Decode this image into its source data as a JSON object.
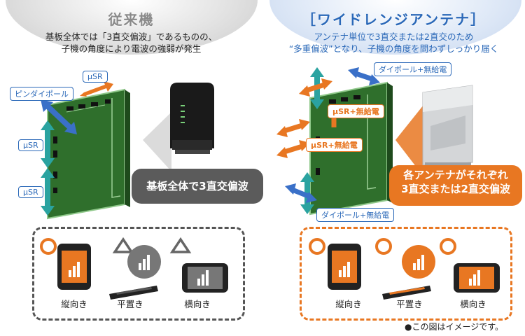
{
  "left": {
    "title": "従来機",
    "subtitle_line1": "基板全体では「3直交偏波」であるものの、",
    "subtitle_line2": "子機の角度により電波の強弱が発生",
    "labels": {
      "usr_top": "μSR",
      "pin_dipole": "ピンダイポール",
      "usr_mid": "μSR",
      "usr_bottom": "μSR"
    },
    "callout": "基板全体で3直交偏波",
    "devices": [
      {
        "label": "縦向き",
        "rating": "○"
      },
      {
        "label": "平置き",
        "rating": "△"
      },
      {
        "label": "横向き",
        "rating": "△"
      }
    ]
  },
  "right": {
    "title": "［ワイドレンジアンテナ］",
    "subtitle_line1": "アンテナ単位で3直交または2直交のため",
    "subtitle_line2": "“多重偏波”となり、子機の角度を問わずしっかり届く",
    "labels": {
      "dipole_top": "ダイポール+無給電",
      "usr1": "μSR+無給電",
      "usr2": "μSR+無給電",
      "dipole_bottom": "ダイポール+無給電"
    },
    "callout_line1": "各アンテナがそれぞれ",
    "callout_line2": "3直交または2直交偏波",
    "devices": [
      {
        "label": "縦向き",
        "rating": "○"
      },
      {
        "label": "平置き",
        "rating": "○"
      },
      {
        "label": "横向き",
        "rating": "○"
      }
    ]
  },
  "note": "●この図はイメージです。",
  "colors": {
    "orange": "#e87722",
    "blue": "#2a68b8",
    "teal": "#2aa3a0",
    "gray": "#5b5b5b"
  }
}
